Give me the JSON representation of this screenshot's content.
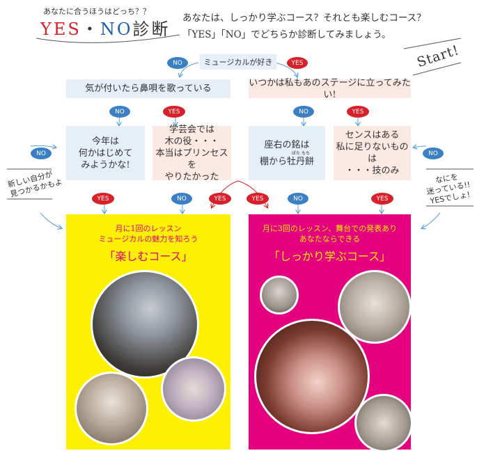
{
  "header": {
    "subtitle": "あなたに合うほうはどっち？？",
    "title_yes": "YES",
    "title_dot": "・",
    "title_no": "NO",
    "title_rest": "診断",
    "intro_line1": "あなたは、しっかり学ぶコース？それとも楽しむコース？",
    "intro_line2": "「YES」「NO」でどちらか診断してみましょう。",
    "start": "Start!"
  },
  "labels": {
    "no": "NO",
    "yes": "YES"
  },
  "questions": {
    "q1": "ミュージカルが好き",
    "q2_no": "気が付いたら鼻唄を歌っている",
    "q2_yes": "いつかは私もあのステージに立ってみたい!",
    "a1_line1": "今年は",
    "a1_line2": "何かはじめて",
    "a1_line3": "みようかな!",
    "a2_line1": "学芸会では",
    "a2_line2": "木の役・・・",
    "a2_line3": "本当はプリンセスを",
    "a2_line4": "やりたかった",
    "a3_line1": "座右の銘は",
    "a3_line2": "棚から牡丹餅",
    "a3_ruby": "ぼた もち",
    "a4_line1": "センスはある",
    "a4_line2": "私に足りないものは",
    "a4_line3": "・・・技のみ"
  },
  "side": {
    "left_line1": "新しい自分が",
    "left_line2": "見つかるかもよ",
    "right_line1": "なにを",
    "right_line2": "迷っている!!",
    "right_line3": "YESでしょ!"
  },
  "courses": {
    "fun": {
      "desc_line1": "月に1回のレッスン",
      "desc_line2": "ミュージカルの魅力を知ろう",
      "name": "「楽しむコース」"
    },
    "serious": {
      "desc_line1": "月に3回のレッスン、舞台での発表あり",
      "desc_line2": "あなたならできる",
      "name": "「しっかり学ぶコース」"
    }
  },
  "colors": {
    "fun_panel": "#fdf000",
    "serious_panel": "#e4007f",
    "yes_red": "#d8202a",
    "no_blue": "#3b7fc4",
    "title_red": "#d8202a",
    "title_blue": "#1f5fae"
  }
}
